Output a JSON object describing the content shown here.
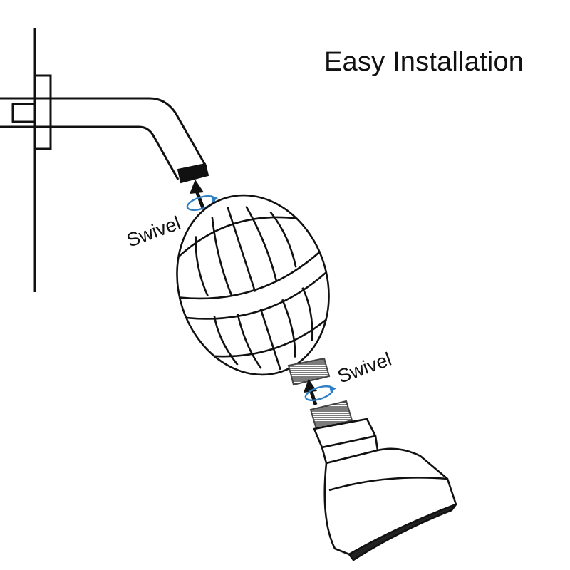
{
  "title": "Easy Installation",
  "labels": {
    "swivel_top": "Swivel",
    "swivel_bottom": "Swivel"
  },
  "colors": {
    "line": "#111111",
    "rotation_arrow": "#2f7fc4",
    "thread_fill": "#d9d9d9"
  },
  "icons": {
    "rotation": "circular-rotation-arrow",
    "direction": "up-arrow"
  }
}
